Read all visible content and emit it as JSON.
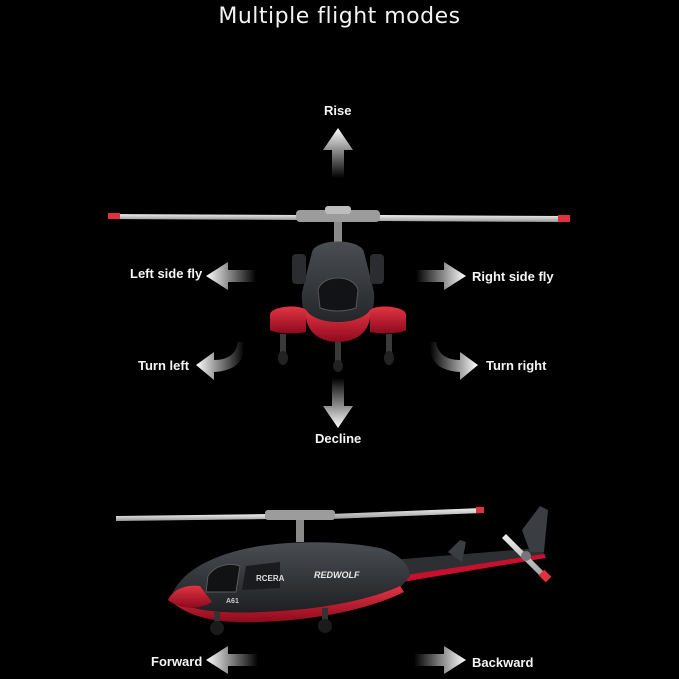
{
  "title": "Multiple flight modes",
  "labels": {
    "rise": "Rise",
    "decline": "Decline",
    "left_side_fly": "Left side fly",
    "right_side_fly": "Right side fly",
    "turn_left": "Turn left",
    "turn_right": "Turn right",
    "forward": "Forward",
    "backward": "Backward"
  },
  "helicopter_markings": {
    "brand": "RCERA",
    "model_name": "REDWOLF",
    "model_code": "A61"
  },
  "colors": {
    "background": "#000000",
    "body_dark": "#2d2f33",
    "body_red": "#c8102e",
    "arrow": "#ffffff",
    "blade": "#d9d9d9",
    "blade_tip": "#e0323c"
  }
}
